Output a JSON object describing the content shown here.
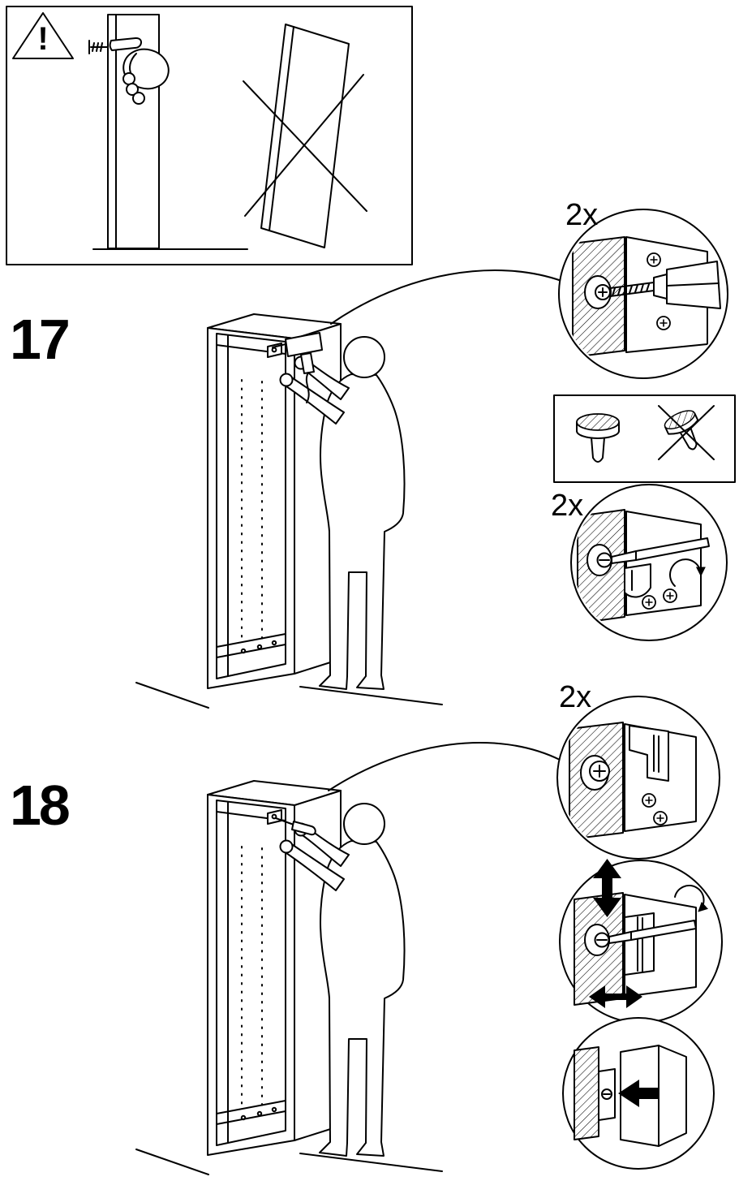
{
  "document": {
    "kind": "furniture-assembly-instruction-page",
    "background": "#ffffff",
    "line_color": "#000000"
  },
  "warning": {
    "symbol": "!",
    "icons": [
      "warning-triangle-icon",
      "hand-press-pin-icon",
      "crossed-out-tilted-panel-icon"
    ]
  },
  "steps": [
    {
      "number": "17",
      "scene": "person-drilling-wall-bracket-at-top-of-wardrobe",
      "callouts": [
        {
          "quantity": "2x",
          "icon": "bracket-drill-detail-icon"
        },
        {
          "quantity": "2x",
          "icon": "bracket-screwdriver-turn-detail-icon"
        }
      ],
      "inset": {
        "icon": "correct-vs-wrong-screw-icon"
      }
    },
    {
      "number": "18",
      "scene": "person-screwing-hook-plate-at-top-of-wardrobe",
      "callouts": [
        {
          "quantity": "2x",
          "icon": "bracket-hook-plate-detail-icon"
        },
        {
          "quantity": "",
          "icon": "bracket-adjust-up-down-sideways-icon"
        },
        {
          "quantity": "",
          "icon": "bracket-cover-slide-on-icon"
        }
      ]
    }
  ]
}
